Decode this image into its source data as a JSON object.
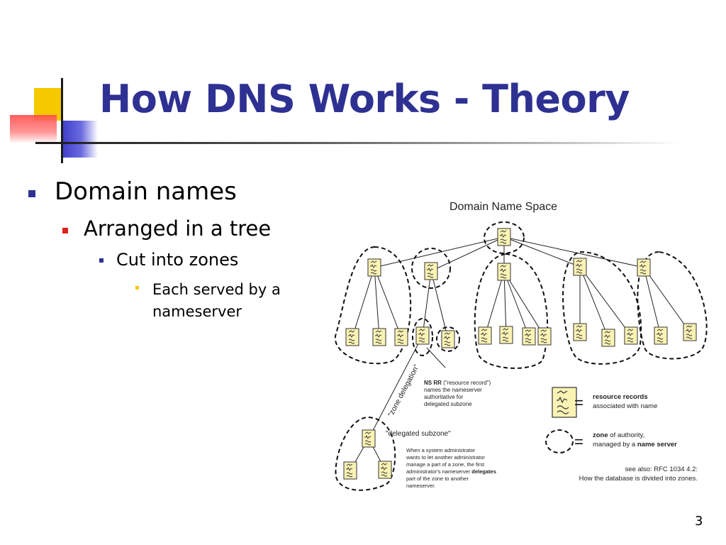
{
  "slide": {
    "title": "How DNS Works - Theory",
    "number": "3"
  },
  "bullets": [
    {
      "level": 1,
      "text": "Domain names"
    },
    {
      "level": 2,
      "text": "Arranged in a tree"
    },
    {
      "level": 3,
      "text": "Cut into zones"
    },
    {
      "level": 4,
      "text": "Each served by a nameserver"
    }
  ],
  "diagram": {
    "title": "Domain Name Space",
    "zone_delegation_label": "\"zone delegation\"",
    "ns_rr_bold": "NS RR",
    "ns_rr_rest": " (\"resource record\")",
    "ns_rr_lines": [
      "names the nameserver",
      "authoritative for",
      "delegated subzone"
    ],
    "delegated_subzone_label": "\"delegated subzone\"",
    "admin_note_lines": [
      "When a system administrator",
      "wants to let another administrator",
      "manage a part of a zone, the first"
    ],
    "admin_note_line4_start": "administrator's nameserver ",
    "admin_note_line4_bold": "delegates",
    "admin_note_lines_end": [
      "part of the zone to another",
      "nameserver."
    ],
    "legend": {
      "equals": "=",
      "rr_bold": "resource records",
      "rr_rest": "associated with name",
      "zone_bold": "zone",
      "zone_rest": " of authority,",
      "zone_line2_start": "managed by a ",
      "zone_line2_bold": "name server"
    },
    "see_also_line1": "see also: RFC 1034 4.2:",
    "see_also_line2": "How the database is divided into zones."
  },
  "colors": {
    "title": "#2e3192",
    "deco_yellow": "#f5c800",
    "deco_red": "#ff5a5a",
    "deco_blue": "#3c3cc8",
    "record_fill": "#fbf3b4"
  }
}
